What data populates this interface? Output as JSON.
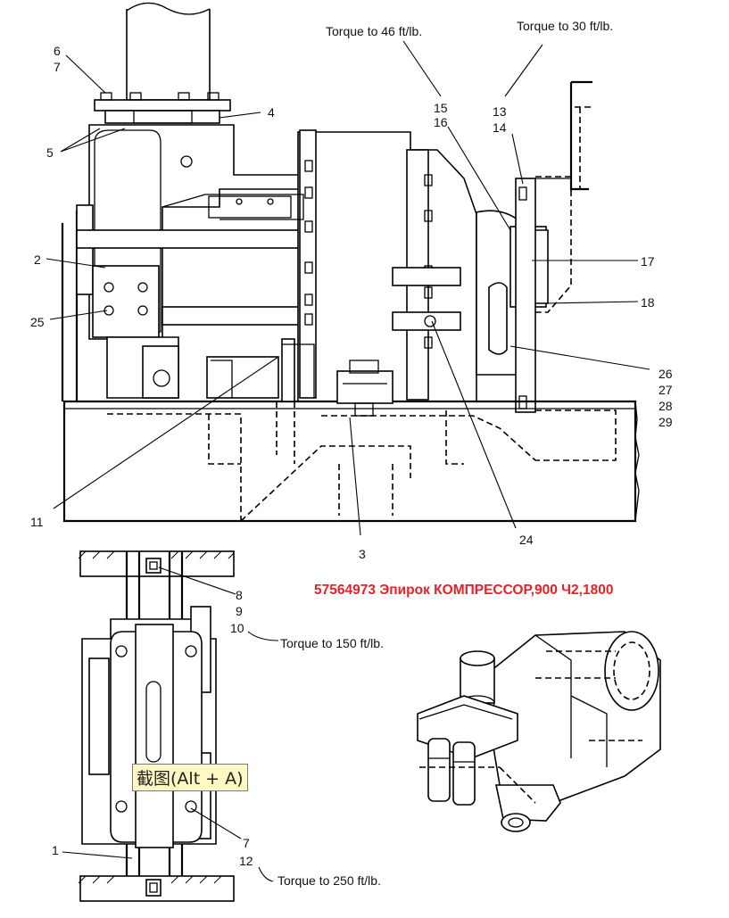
{
  "title": "57564973 Эпирок КОМПРЕССОР,900 Ч2,1800",
  "title_color": "#e8202a",
  "tooltip": "截图(Alt + A)",
  "torque": {
    "t46": "Torque to 46 ft/lb.",
    "t30": "Torque to 30 ft/lb.",
    "t150": "Torque to 150 ft/lb.",
    "t250": "Torque to 250 ft/lb."
  },
  "callouts": {
    "c1": "1",
    "c2": "2",
    "c3": "3",
    "c4": "4",
    "c5": "5",
    "c6": "6",
    "c7": "7",
    "c8": "8",
    "c9": "9",
    "c10": "10",
    "c11": "11",
    "c12": "12",
    "c13": "13",
    "c14": "14",
    "c15": "15",
    "c16": "16",
    "c17": "17",
    "c18": "18",
    "c24": "24",
    "c25": "25",
    "c26": "26",
    "c27": "27",
    "c28": "28",
    "c29": "29",
    "c7b": "7"
  }
}
